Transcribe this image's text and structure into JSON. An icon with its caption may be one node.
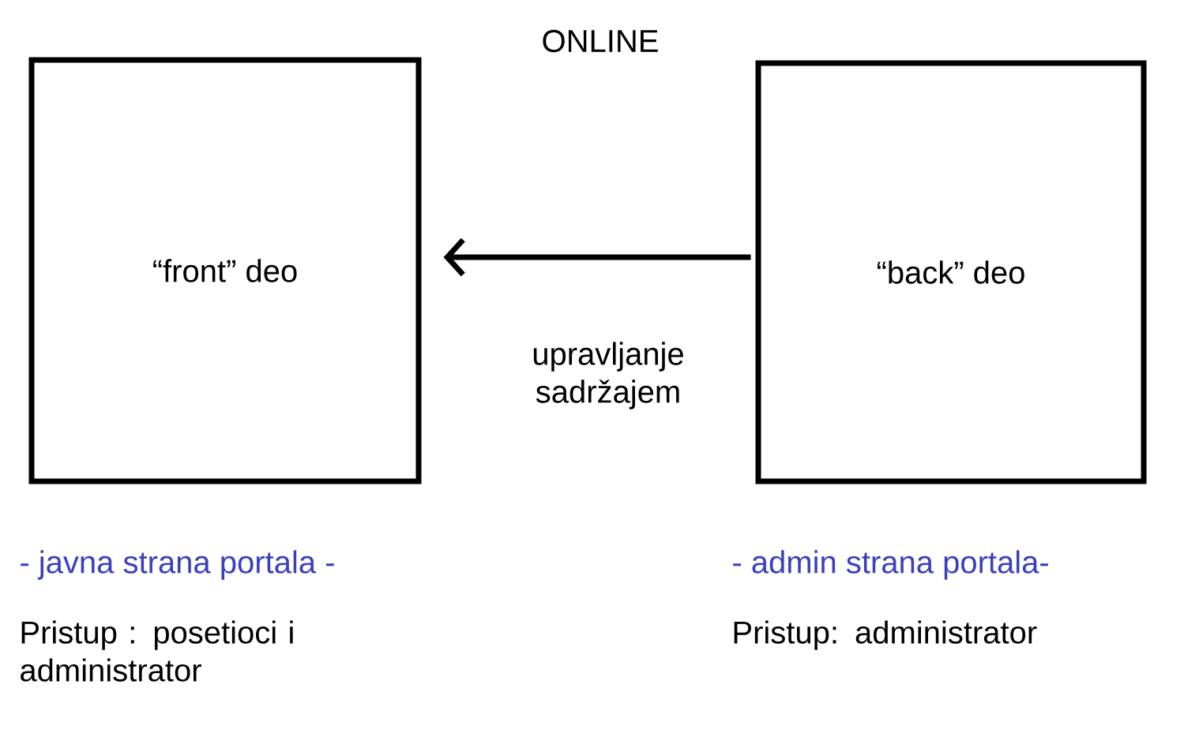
{
  "diagram": {
    "title": "ONLINE",
    "nodes": [
      {
        "text": [
          "“front” deo"
        ],
        "beside": [
          "- javna strana portala -",
          "Pristup : posetioci i administrator"
        ]
      },
      {
        "text": [
          "“back” deo"
        ],
        "beside": [
          "- admin strana portala-",
          "Pristup: administrator"
        ]
      }
    ],
    "edges": [
      {
        "from": 1,
        "to": 0,
        "arrow": "to",
        "label": "upravljanje sadržajem"
      }
    ]
  }
}
